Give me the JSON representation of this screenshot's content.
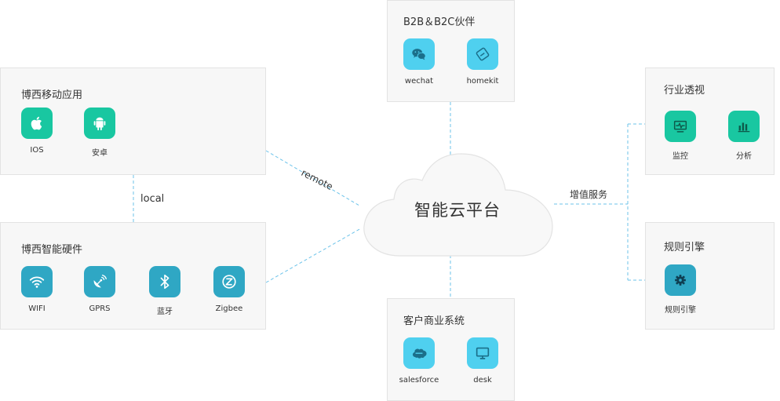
{
  "center": {
    "title": "智能云平台"
  },
  "edges": {
    "remote": "remote",
    "local": "local",
    "vas": "增值服务"
  },
  "mobile_app": {
    "title": "博西移动应用",
    "items": [
      {
        "label": "IOS",
        "icon": "apple-icon"
      },
      {
        "label": "安卓",
        "icon": "android-icon"
      }
    ]
  },
  "hardware": {
    "title": "博西智能硬件",
    "items": [
      {
        "label": "WIFI",
        "icon": "wifi-icon"
      },
      {
        "label": "GPRS",
        "icon": "satellite-dish-icon"
      },
      {
        "label": "蓝牙",
        "icon": "bluetooth-icon"
      },
      {
        "label": "Zigbee",
        "icon": "zigbee-icon"
      }
    ]
  },
  "partners": {
    "title": "B2B＆B2C伙伴",
    "items": [
      {
        "label": "wechat",
        "icon": "wechat-icon"
      },
      {
        "label": "homekit",
        "icon": "homekit-icon"
      }
    ]
  },
  "crm": {
    "title": "客户商业系统",
    "items": [
      {
        "label": "salesforce",
        "icon": "salesforce-icon"
      },
      {
        "label": "desk",
        "icon": "desktop-icon"
      }
    ]
  },
  "insight": {
    "title": "行业透视",
    "items": [
      {
        "label": "监控",
        "icon": "monitor-icon"
      },
      {
        "label": "分析",
        "icon": "bar-chart-icon"
      }
    ]
  },
  "rules": {
    "title": "规则引擎",
    "items": [
      {
        "label": "规则引擎",
        "icon": "gear-icon"
      }
    ]
  },
  "colors": {
    "green": "#19c7a1",
    "teal": "#2fa7c4",
    "sky": "#4fd0ef",
    "connector": "#6cc3ea",
    "panel_bg": "#f7f7f7",
    "panel_border": "#e3e3e3"
  }
}
